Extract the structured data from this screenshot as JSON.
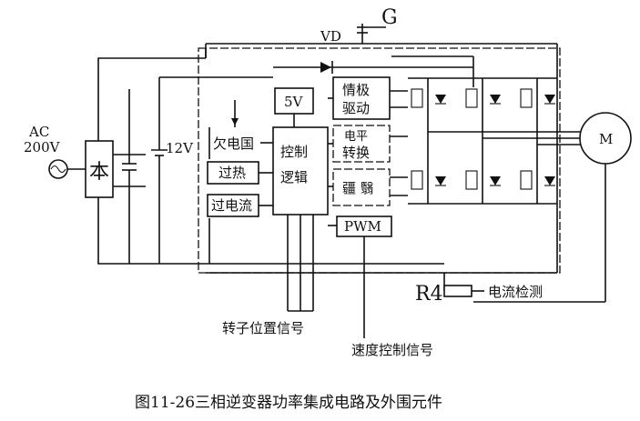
{
  "labels": {
    "g": "G",
    "vd": "VD",
    "ac": "AC",
    "ac_voltage": "200V",
    "v12": "12V",
    "v5": "5V",
    "drive_line1": "情极",
    "drive_line2": "驱动",
    "undervoltage": "欠电国",
    "level_line1": "电平",
    "level_line2": "转换",
    "ctrl_line1": "控制",
    "ctrl_line2": "逻辑",
    "overheat": "过热",
    "overcurrent": "过电流",
    "garbled": "疆 翳",
    "pwm": "PWM",
    "rect": "本",
    "motor": "M",
    "r4": "R4",
    "current_detect": "电流检测",
    "rotor_signal": "转子位置信号",
    "speed_signal": "速度控制信号"
  },
  "caption": "图11-26三相逆变器功率集成电路及外围元件"
}
